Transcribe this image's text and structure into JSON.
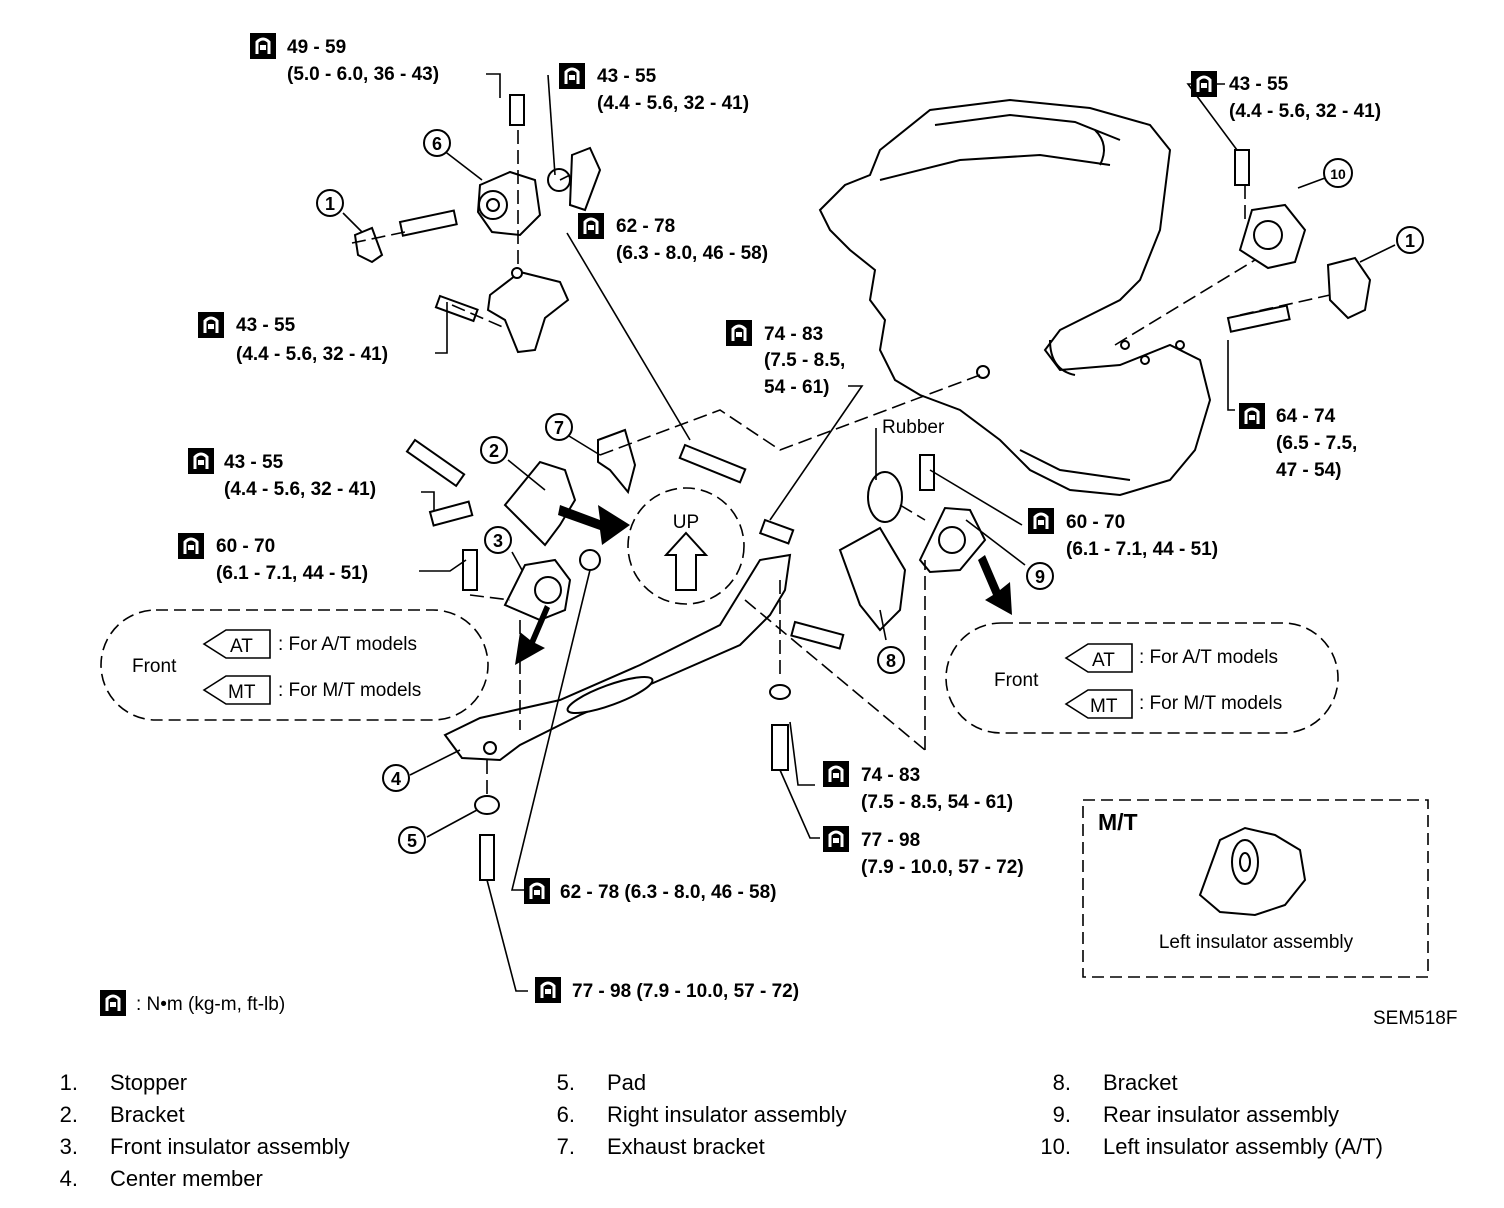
{
  "torque_specs": [
    {
      "nm": "49 - 59",
      "detail": "(5.0 - 6.0, 36 - 43)"
    },
    {
      "nm": "43 - 55",
      "detail": "(4.4 - 5.6, 32 - 41)"
    },
    {
      "nm": "62 - 78",
      "detail": "(6.3 - 8.0, 46 - 58)"
    },
    {
      "nm": "43 - 55",
      "detail": "(4.4 - 5.6, 32 - 41)"
    },
    {
      "nm": "74 - 83",
      "detail": "(7.5 - 8.5,",
      "detail2": "54 - 61)"
    },
    {
      "nm": "43 - 55",
      "detail": "(4.4 - 5.6, 32 - 41)"
    },
    {
      "nm": "60 - 70",
      "detail": "(6.1 - 7.1, 44 - 51)"
    },
    {
      "nm": "43 - 55",
      "detail": "(4.4 - 5.6, 32 - 41)"
    },
    {
      "nm": "64 - 74",
      "detail": "(6.5 - 7.5,",
      "detail2": "47 - 54)"
    },
    {
      "nm": "60 - 70",
      "detail": "(6.1 - 7.1, 44 - 51)"
    },
    {
      "nm": "74 - 83",
      "detail": "(7.5 - 8.5, 54 - 61)"
    },
    {
      "nm": "77 - 98",
      "detail": "(7.9 - 10.0, 57 - 72)"
    },
    {
      "nm": "62 - 78 (6.3 - 8.0, 46 - 58)"
    },
    {
      "nm": "77 - 98 (7.9 - 10.0, 57 - 72)"
    }
  ],
  "callouts": [
    "1",
    "2",
    "3",
    "4",
    "5",
    "6",
    "7",
    "8",
    "9",
    "10",
    "1"
  ],
  "rubber_label": "Rubber",
  "up_label": "UP",
  "front_boxes": [
    {
      "front": "Front",
      "at_tag": "AT",
      "at_text": ": For A/T models",
      "mt_tag": "MT",
      "mt_text": ": For M/T models"
    },
    {
      "front": "Front",
      "at_tag": "AT",
      "at_text": ": For A/T models",
      "mt_tag": "MT",
      "mt_text": ": For M/T models"
    }
  ],
  "mt_inset": {
    "title": "M/T",
    "caption": "Left insulator assembly"
  },
  "units_note": ": N•m (kg-m, ft-lb)",
  "figure_code": "SEM518F",
  "legend": [
    {
      "num": "1.",
      "text": "Stopper"
    },
    {
      "num": "2.",
      "text": "Bracket"
    },
    {
      "num": "3.",
      "text": "Front insulator assembly"
    },
    {
      "num": "4.",
      "text": "Center member"
    },
    {
      "num": "5.",
      "text": "Pad"
    },
    {
      "num": "6.",
      "text": "Right insulator assembly"
    },
    {
      "num": "7.",
      "text": "Exhaust bracket"
    },
    {
      "num": "8.",
      "text": "Bracket"
    },
    {
      "num": "9.",
      "text": "Rear insulator assembly"
    },
    {
      "num": "10.",
      "text": "Left insulator assembly (A/T)"
    }
  ]
}
